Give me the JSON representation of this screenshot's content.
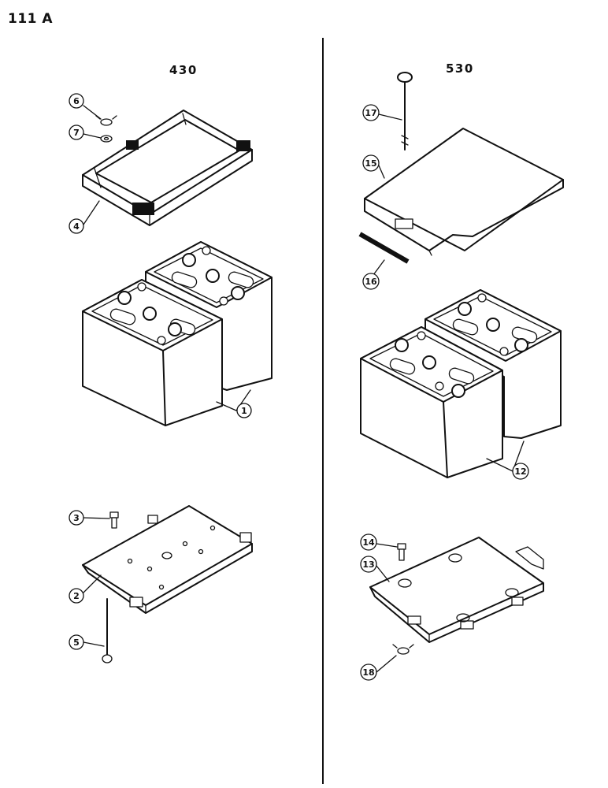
{
  "page": {
    "number": "111 A"
  },
  "models": {
    "left": "430",
    "right": "530"
  },
  "callouts": {
    "c1": "1",
    "c2": "2",
    "c3": "3",
    "c4": "4",
    "c5": "5",
    "c6": "6",
    "c7": "7",
    "c12": "12",
    "c13": "13",
    "c14": "14",
    "c15": "15",
    "c16": "16",
    "c17": "17",
    "c18": "18"
  }
}
